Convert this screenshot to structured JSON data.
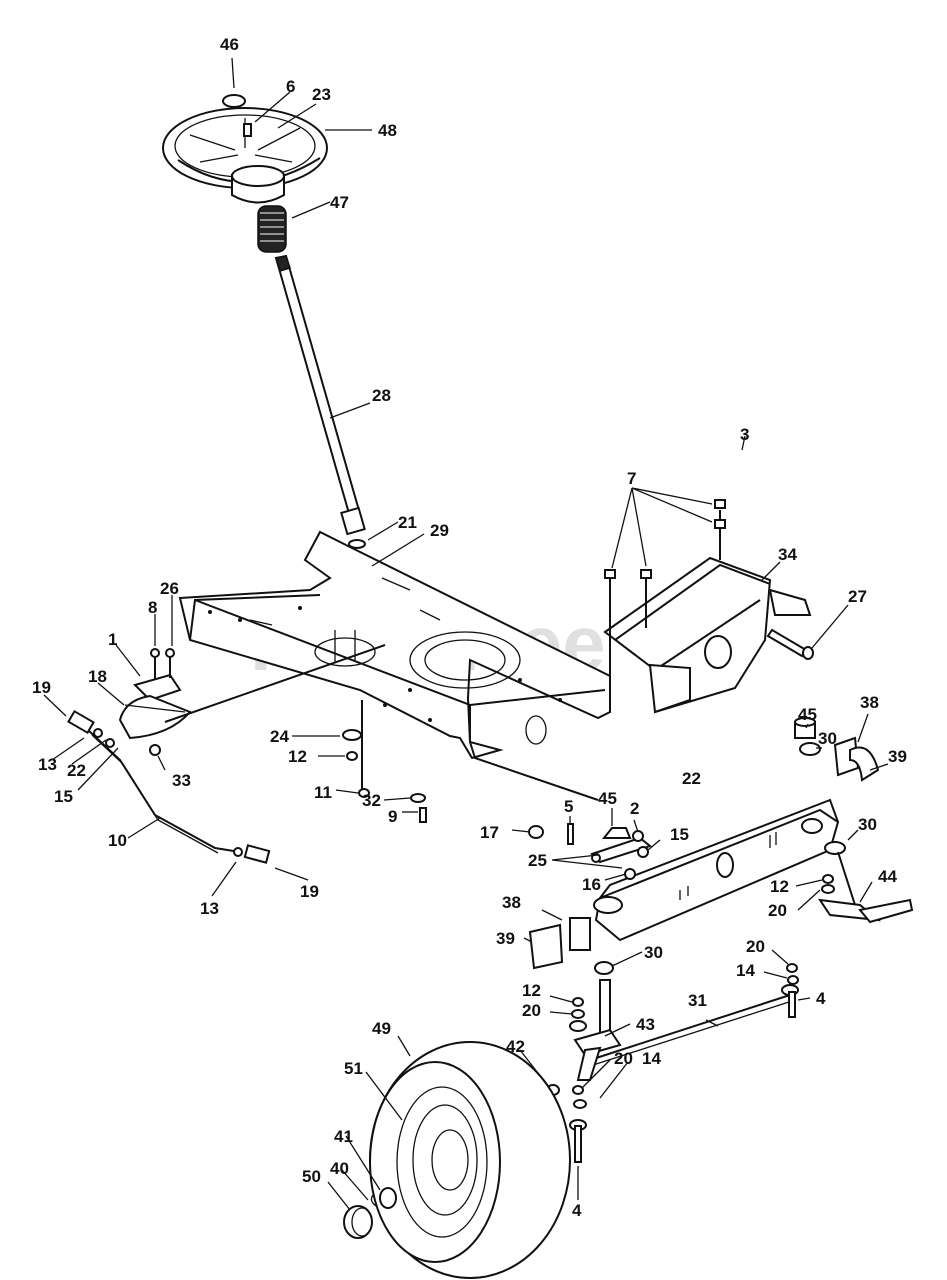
{
  "watermark": "PartsTree",
  "trademark": "TM",
  "callouts": [
    {
      "id": "c46",
      "text": "46"
    },
    {
      "id": "c6",
      "text": "6"
    },
    {
      "id": "c23",
      "text": "23"
    },
    {
      "id": "c48",
      "text": "48"
    },
    {
      "id": "c47",
      "text": "47"
    },
    {
      "id": "c28",
      "text": "28"
    },
    {
      "id": "c21",
      "text": "21"
    },
    {
      "id": "c29",
      "text": "29"
    },
    {
      "id": "c7",
      "text": "7"
    },
    {
      "id": "c34",
      "text": "34"
    },
    {
      "id": "c27",
      "text": "27"
    },
    {
      "id": "c26",
      "text": "26"
    },
    {
      "id": "c8",
      "text": "8"
    },
    {
      "id": "c1",
      "text": "1"
    },
    {
      "id": "c19a",
      "text": "19"
    },
    {
      "id": "c18",
      "text": "18"
    },
    {
      "id": "c13a",
      "text": "13"
    },
    {
      "id": "c22a",
      "text": "22"
    },
    {
      "id": "c15a",
      "text": "15"
    },
    {
      "id": "c33",
      "text": "33"
    },
    {
      "id": "c10",
      "text": "10"
    },
    {
      "id": "c13b",
      "text": "13"
    },
    {
      "id": "c19b",
      "text": "19"
    },
    {
      "id": "c24",
      "text": "24"
    },
    {
      "id": "c12a",
      "text": "12"
    },
    {
      "id": "c11",
      "text": "11"
    },
    {
      "id": "c32",
      "text": "32"
    },
    {
      "id": "c9",
      "text": "9"
    },
    {
      "id": "c17",
      "text": "17"
    },
    {
      "id": "c5",
      "text": "5"
    },
    {
      "id": "c45a",
      "text": "45"
    },
    {
      "id": "c2",
      "text": "2"
    },
    {
      "id": "c22b",
      "text": "22"
    },
    {
      "id": "c15b",
      "text": "15"
    },
    {
      "id": "c25",
      "text": "25"
    },
    {
      "id": "c16",
      "text": "16"
    },
    {
      "id": "c3",
      "text": "3"
    },
    {
      "id": "c45b",
      "text": "45"
    },
    {
      "id": "c38a",
      "text": "38"
    },
    {
      "id": "c30a",
      "text": "30"
    },
    {
      "id": "c39a",
      "text": "39"
    },
    {
      "id": "c30b",
      "text": "30"
    },
    {
      "id": "c12b",
      "text": "12"
    },
    {
      "id": "c44",
      "text": "44"
    },
    {
      "id": "c20a",
      "text": "20"
    },
    {
      "id": "c38b",
      "text": "38"
    },
    {
      "id": "c39b",
      "text": "39"
    },
    {
      "id": "c30c",
      "text": "30"
    },
    {
      "id": "c20b",
      "text": "20"
    },
    {
      "id": "c14a",
      "text": "14"
    },
    {
      "id": "c4a",
      "text": "4"
    },
    {
      "id": "c12c",
      "text": "12"
    },
    {
      "id": "c20c",
      "text": "20"
    },
    {
      "id": "c31",
      "text": "31"
    },
    {
      "id": "c43",
      "text": "43"
    },
    {
      "id": "c49",
      "text": "49"
    },
    {
      "id": "c42",
      "text": "42"
    },
    {
      "id": "c20d",
      "text": "20"
    },
    {
      "id": "c14b",
      "text": "14"
    },
    {
      "id": "c51",
      "text": "51"
    },
    {
      "id": "c41",
      "text": "41"
    },
    {
      "id": "c40",
      "text": "40"
    },
    {
      "id": "c50",
      "text": "50"
    },
    {
      "id": "c4b",
      "text": "4"
    }
  ]
}
